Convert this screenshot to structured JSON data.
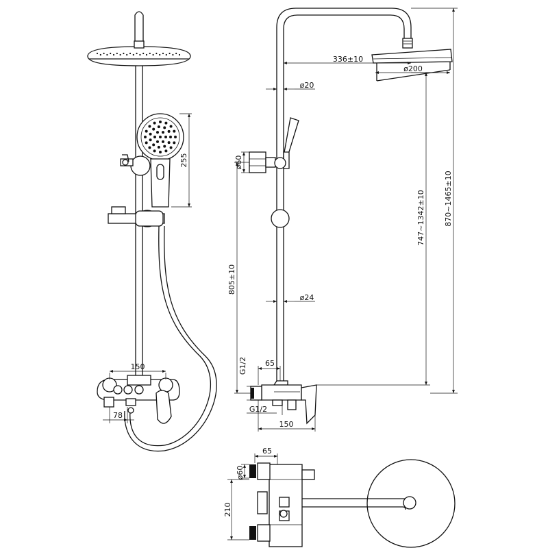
{
  "dimensions": {
    "front_150": "150",
    "front_78": "78",
    "handshower_255": "255",
    "arm_336": "336±10",
    "head_d200": "ø200",
    "tube_d20": "ø20",
    "holder_d60": "ø60",
    "tube_d24": "ø24",
    "height_805": "805±10",
    "height_747_1342": "747~1342±10",
    "height_870_1465": "870~1465±10",
    "inlet_65": "65",
    "thread_top": "G1/2",
    "thread_bottom": "G1/2",
    "side_150": "150",
    "top_65": "65",
    "top_d60": "ø60",
    "top_210": "210"
  }
}
